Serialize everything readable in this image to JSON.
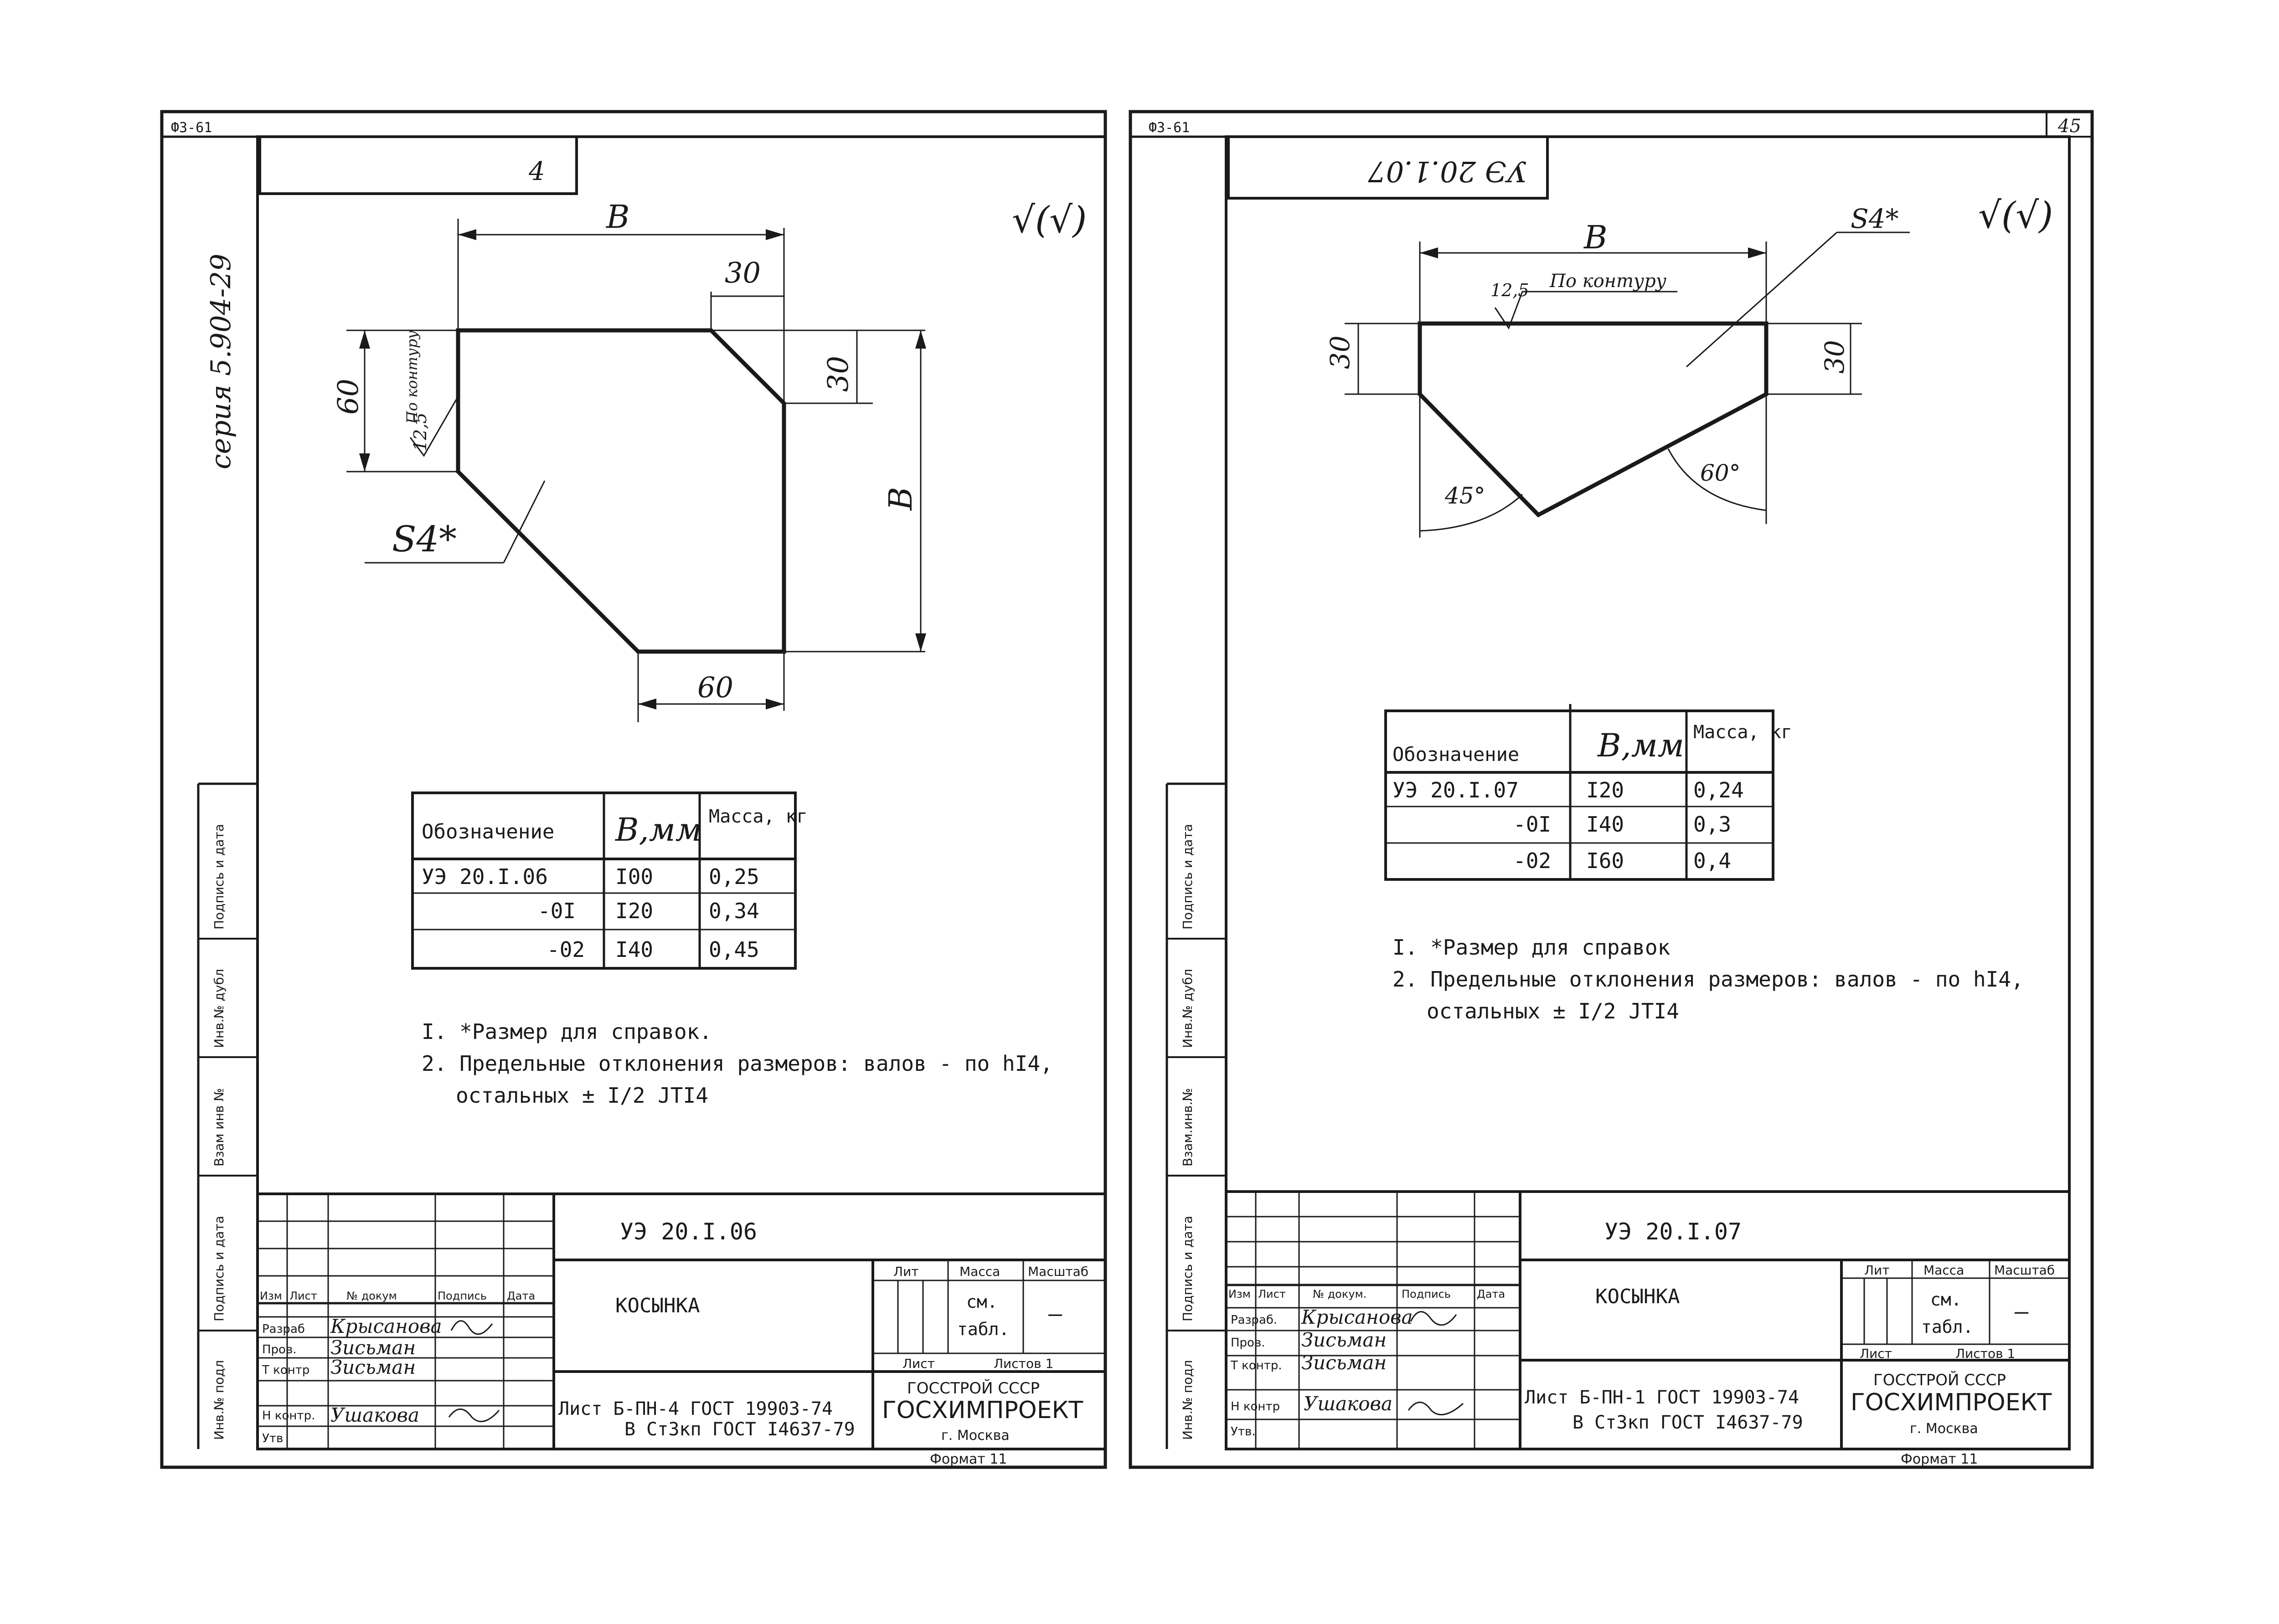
{
  "series_label": "серия 5.904-29",
  "page_number": "45",
  "side_columns": [
    "Подпись и дата",
    "Инв.№ дубл",
    "Взам инв №",
    "Подпись и дата",
    "Инв.№ подл"
  ],
  "side_columns_right": [
    "Подпись и дата",
    "Инв.№ дубл",
    "Взам.инв.№",
    "Подпись и дата",
    "Инв.№ подл"
  ],
  "sheets": [
    {
      "format_code": "Ф3-61",
      "corner_number": "4",
      "roughness": "√(√)",
      "dims": {
        "b_top": "B",
        "b_side": "B",
        "d30_top": "30",
        "d30_side": "30",
        "d60_side": "60",
        "d60_bottom": "60",
        "rough": "12,5",
        "po_konturu": "По контуру",
        "s4": "S4*"
      },
      "table": {
        "headers": [
          "Обозначение",
          "B,мм",
          "Масса, кг"
        ],
        "rows": [
          [
            "УЭ 20.I.06",
            "I00",
            "0,25"
          ],
          [
            "-0I",
            "I20",
            "0,34"
          ],
          [
            "-02",
            "I40",
            "0,45"
          ]
        ]
      },
      "notes": [
        "I. *Размер для справок.",
        "2. Предельные отклонения размеров: валов - по hI4,",
        "остальных ± I/2 JTI4"
      ],
      "title_block": {
        "code": "УЭ 20.I.06",
        "name": "КОСЫНКА",
        "rev_headers": [
          "Изм",
          "Лист",
          "№ докум",
          "Подпись",
          "Дата"
        ],
        "roles": [
          "Разраб",
          "Пров.",
          "Т контр",
          "Н контр.",
          "Утв"
        ],
        "people": [
          "Крысанова",
          "Зисьман",
          "Зисьман",
          "Ушакова",
          ""
        ],
        "lit_label": "Лит",
        "mass_label": "Масса",
        "scale_label": "Масштаб",
        "mass_value_1": "см.",
        "mass_value_2": "табл.",
        "scale_value": "—",
        "sheet_label": "Лист",
        "sheets_label": "Листов 1",
        "material_1": "Лист Б-ПН-4 ГОСТ 19903-74",
        "material_2": "В Ст3кп ГОСТ I4637-79",
        "org_1": "ГОССТРОЙ СССР",
        "org_2": "ГОСХИМПРОЕКТ",
        "org_3": "г. Москва",
        "format": "Формат 11"
      }
    },
    {
      "format_code": "Ф3-61",
      "corner_number": "УЭ 20.1.07",
      "roughness": "√(√)",
      "dims": {
        "b_top": "B",
        "d30_left": "30",
        "d30_right": "30",
        "rough": "12,5",
        "po_konturu": "По контуру",
        "s4": "S4*",
        "a45": "45°",
        "a60": "60°"
      },
      "table": {
        "headers": [
          "Обозначение",
          "B,мм",
          "Масса, кг"
        ],
        "rows": [
          [
            "УЭ 20.I.07",
            "I20",
            "0,24"
          ],
          [
            "-0I",
            "I40",
            "0,3"
          ],
          [
            "-02",
            "I60",
            "0,4"
          ]
        ]
      },
      "notes": [
        "I. *Размер для справок",
        "2. Предельные отклонения размеров: валов - по hI4,",
        "остальных ± I/2 JTI4"
      ],
      "title_block": {
        "code": "УЭ 20.I.07",
        "name": "КОСЫНКА",
        "rev_headers": [
          "Изм",
          "Лист",
          "№ докум.",
          "Подпись",
          "Дата"
        ],
        "roles": [
          "Разраб.",
          "Пров.",
          "Т контр.",
          "Н контр",
          "Утв."
        ],
        "people": [
          "Крысанова",
          "Зисьман",
          "Зисьман",
          "Ушакова",
          ""
        ],
        "lit_label": "Лит",
        "mass_label": "Масса",
        "scale_label": "Масштаб",
        "mass_value_1": "см.",
        "mass_value_2": "табл.",
        "scale_value": "—",
        "sheet_label": "Лист",
        "sheets_label": "Листов 1",
        "material_1": "Лист Б-ПН-1 ГОСТ 19903-74",
        "material_2": "В Ст3кп ГОСТ I4637-79",
        "org_1": "ГОССТРОЙ СССР",
        "org_2": "ГОСХИМПРОЕКТ",
        "org_3": "г. Москва",
        "format": "Формат 11"
      }
    }
  ]
}
